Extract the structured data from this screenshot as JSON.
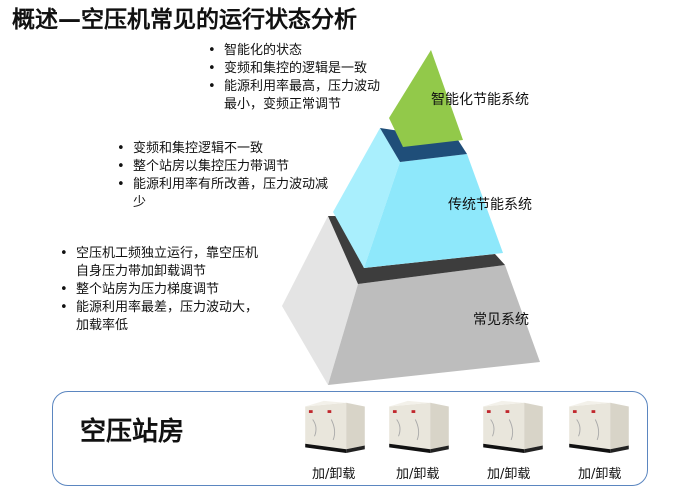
{
  "title": "概述—空压机常见的运行状态分析",
  "levels": [
    {
      "label": "智能化节能系统",
      "color": "#92c94a",
      "band_color": "#1f4e79",
      "bullets": [
        "智能化的状态",
        "变频和集控的逻辑是一致",
        "能源利用率最高，压力波动最小，变频正常调节"
      ]
    },
    {
      "label": "传统节能系统",
      "color": "#8ee8fb",
      "band_color": "#3d3d3d",
      "bullets": [
        "变频和集控逻辑不一致",
        "整个站房以集控压力带调节",
        "能源利用率有所改善，压力波动减少"
      ]
    },
    {
      "label": "常见系统",
      "color": "#c8c8c8",
      "bullets": [
        "空压机工频独立运行，靠空压机自身压力带加卸载调节",
        "整个站房为压力梯度调节",
        "能源利用率最差，压力波动大，加载率低"
      ]
    }
  ],
  "station": {
    "title": "空压站房",
    "compressors": [
      {
        "label": "加/卸载"
      },
      {
        "label": "加/卸载"
      },
      {
        "label": "加/卸载"
      },
      {
        "label": "加/卸载"
      }
    ]
  }
}
